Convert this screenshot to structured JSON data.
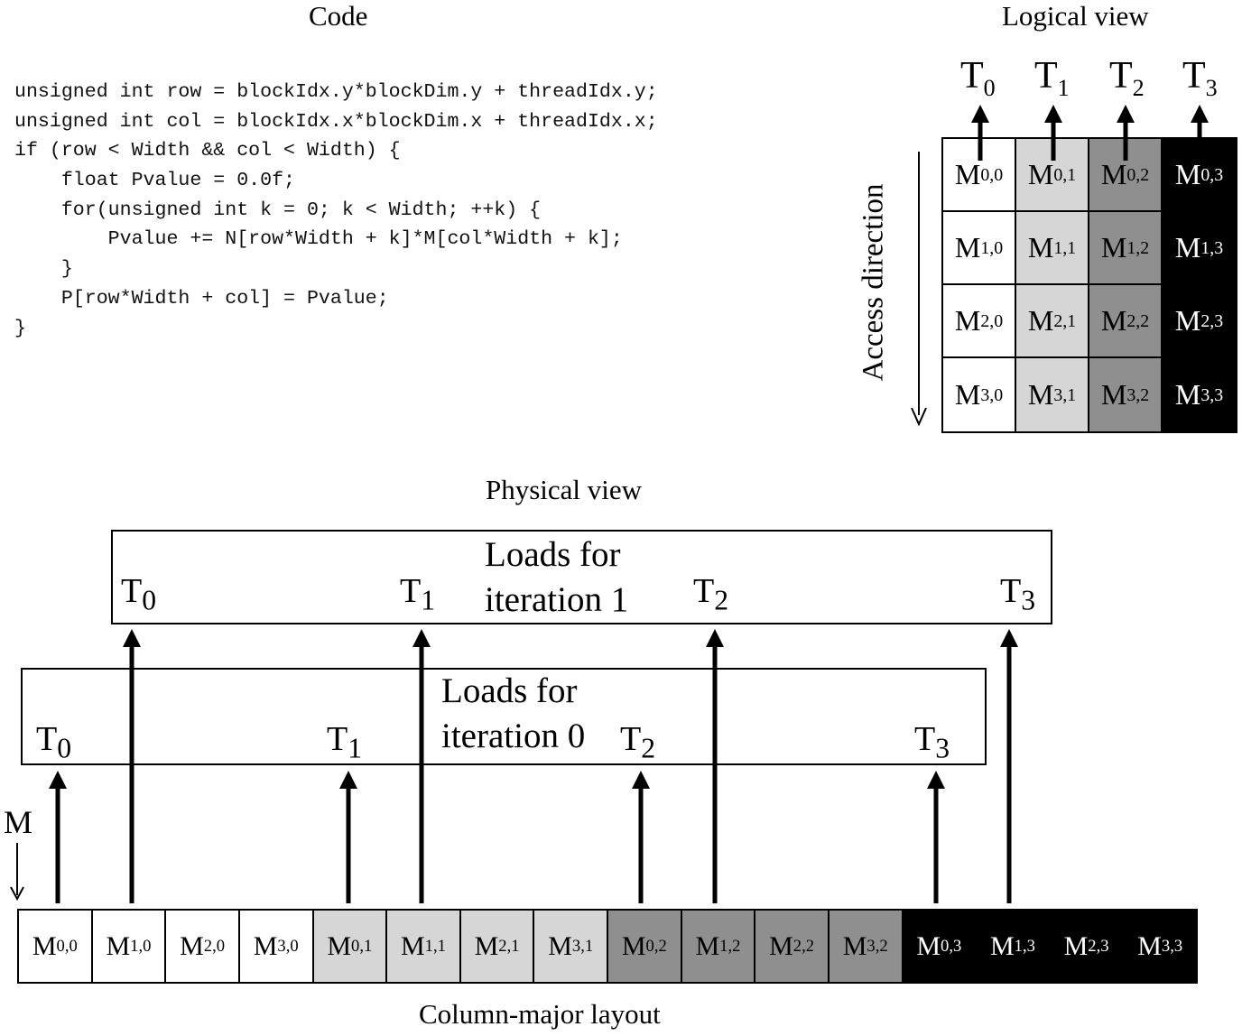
{
  "code_section": {
    "title": "Code",
    "lines": [
      "unsigned int row = blockIdx.y*blockDim.y + threadIdx.y;",
      "unsigned int col = blockIdx.x*blockDim.x + threadIdx.x;",
      "if (row < Width && col < Width) {",
      "    float Pvalue = 0.0f;",
      "    for(unsigned int k = 0; k < Width; ++k) {",
      "        Pvalue += N[row*Width + k]*M[col*Width + k];",
      "    }",
      "    P[row*Width + col] = Pvalue;",
      "}"
    ]
  },
  "logical_view": {
    "title": "Logical view",
    "access_label": "Access direction",
    "threads": [
      {
        "base": "T",
        "sub": "0"
      },
      {
        "base": "T",
        "sub": "1"
      },
      {
        "base": "T",
        "sub": "2"
      },
      {
        "base": "T",
        "sub": "3"
      }
    ],
    "cells": [
      {
        "base": "M",
        "sub": "0,0",
        "shade": "c0"
      },
      {
        "base": "M",
        "sub": "0,1",
        "shade": "c1"
      },
      {
        "base": "M",
        "sub": "0,2",
        "shade": "c2"
      },
      {
        "base": "M",
        "sub": "0,3",
        "shade": "c3"
      },
      {
        "base": "M",
        "sub": "1,0",
        "shade": "c0"
      },
      {
        "base": "M",
        "sub": "1,1",
        "shade": "c1"
      },
      {
        "base": "M",
        "sub": "1,2",
        "shade": "c2"
      },
      {
        "base": "M",
        "sub": "1,3",
        "shade": "c3"
      },
      {
        "base": "M",
        "sub": "2,0",
        "shade": "c0"
      },
      {
        "base": "M",
        "sub": "2,1",
        "shade": "c1"
      },
      {
        "base": "M",
        "sub": "2,2",
        "shade": "c2"
      },
      {
        "base": "M",
        "sub": "2,3",
        "shade": "c3"
      },
      {
        "base": "M",
        "sub": "3,0",
        "shade": "c0"
      },
      {
        "base": "M",
        "sub": "3,1",
        "shade": "c1"
      },
      {
        "base": "M",
        "sub": "3,2",
        "shade": "c2"
      },
      {
        "base": "M",
        "sub": "3,3",
        "shade": "c3"
      }
    ]
  },
  "physical_view": {
    "title": "Physical view",
    "iteration_1": {
      "line1": "Loads for",
      "line2": "iteration 1",
      "threads": [
        {
          "base": "T",
          "sub": "0"
        },
        {
          "base": "T",
          "sub": "1"
        },
        {
          "base": "T",
          "sub": "2"
        },
        {
          "base": "T",
          "sub": "3"
        }
      ]
    },
    "iteration_0": {
      "line1": "Loads for",
      "line2": "iteration 0",
      "threads": [
        {
          "base": "T",
          "sub": "0"
        },
        {
          "base": "T",
          "sub": "1"
        },
        {
          "base": "T",
          "sub": "2"
        },
        {
          "base": "T",
          "sub": "3"
        }
      ]
    },
    "m_label": "M",
    "layout_label": "Column-major layout",
    "cells": [
      {
        "base": "M",
        "sub": "0,0",
        "shade": "c0"
      },
      {
        "base": "M",
        "sub": "1,0",
        "shade": "c0"
      },
      {
        "base": "M",
        "sub": "2,0",
        "shade": "c0"
      },
      {
        "base": "M",
        "sub": "3,0",
        "shade": "c0"
      },
      {
        "base": "M",
        "sub": "0,1",
        "shade": "c1"
      },
      {
        "base": "M",
        "sub": "1,1",
        "shade": "c1"
      },
      {
        "base": "M",
        "sub": "2,1",
        "shade": "c1"
      },
      {
        "base": "M",
        "sub": "3,1",
        "shade": "c1"
      },
      {
        "base": "M",
        "sub": "0,2",
        "shade": "c2"
      },
      {
        "base": "M",
        "sub": "1,2",
        "shade": "c2"
      },
      {
        "base": "M",
        "sub": "2,2",
        "shade": "c2"
      },
      {
        "base": "M",
        "sub": "3,2",
        "shade": "c2"
      },
      {
        "base": "M",
        "sub": "0,3",
        "shade": "c3"
      },
      {
        "base": "M",
        "sub": "1,3",
        "shade": "c3"
      },
      {
        "base": "M",
        "sub": "2,3",
        "shade": "c3"
      },
      {
        "base": "M",
        "sub": "3,3",
        "shade": "c3"
      }
    ]
  },
  "colors": {
    "white": "#ffffff",
    "light_gray": "#d6d6d6",
    "dark_gray": "#8f8f8f",
    "black": "#000000"
  }
}
